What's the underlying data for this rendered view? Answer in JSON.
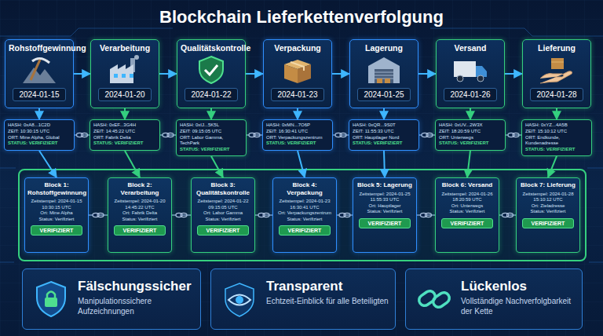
{
  "diagram": {
    "title": "Blockchain Lieferkettenverfolgung",
    "nodes": [
      {
        "text": [
          "Rohstoffgewinnung",
          "2024-01-15"
        ]
      },
      {
        "text": [
          "Verarbeitung",
          "2024-01-20"
        ]
      },
      {
        "text": [
          "Qualitätskontrolle",
          "2024-01-22"
        ]
      },
      {
        "text": [
          "Verpackung",
          "2024-01-23"
        ]
      },
      {
        "text": [
          "Lagerung",
          "2024-01-25"
        ]
      },
      {
        "text": [
          "Versand",
          "2024-01-26"
        ]
      },
      {
        "text": [
          "Lieferung",
          "2024-01-28"
        ]
      },
      {
        "text": [
          "HASH: 0xA8...1C2D",
          "ZEIT: 10:30:15 UTC",
          "ORT: Mine Alpha, Global",
          "STATUS: VERIFIZIERT"
        ]
      },
      {
        "text": [
          "HASH: 0xEF...3G4H",
          "ZEIT: 14:45:22 UTC",
          "ORT: Fabrik Delta",
          "STATUS: VERIFIZIERT"
        ]
      },
      {
        "text": [
          "HASH: 0xIJ...5K5L",
          "ZEIT: 09:15:05 UTC",
          "ORT: Labor Gamma, TechPark",
          "STATUS: VERIFIZIERT"
        ]
      },
      {
        "text": [
          "HASH: 0xMN...7O6P",
          "ZEIT: 16:30:41 UTC",
          "ORT: Verpackungszentrum",
          "STATUS: VERIFIZIERT"
        ]
      },
      {
        "text": [
          "HASH: 0xQR...9S0T",
          "ZEIT: 11:55:33 UTC",
          "ORT: Hauptlager Nord",
          "STATUS: VERIFIZIERT"
        ]
      },
      {
        "text": [
          "HASH: 0xUV...2W3X",
          "ZEIT: 18:20:59 UTC",
          "ORT: Unterwegs",
          "STATUS: VERIFIZIERT"
        ]
      },
      {
        "text": [
          "HASH: 0xYZ...4A5B",
          "ZEIT: 15:10:12 UTC",
          "ORT: Endkunde, Kundenadresse",
          "STATUS: VERIFIZIERT"
        ]
      },
      {
        "text": [
          "Block 1: Rohstoffgewinnung",
          "Zeitstempel: 2024-01-15 10:30:15 UTC",
          "Ort: Mine Alpha",
          "Status: Verifiziert",
          "VERIFIZIERT"
        ]
      },
      {
        "text": [
          "Block 2: Verarbeitung",
          "Zeitstempel: 2024-01-20 14:45:22 UTC",
          "Ort: Fabrik Delta",
          "Status: Verifiziert",
          "VERIFIZIERT"
        ]
      },
      {
        "text": [
          "Block 3: Qualitätskontrolle",
          "Zeitstempel: 2024-01-22 09:15:05 UTC",
          "Ort: Labor Gamma",
          "Status: Verifiziert",
          "VERIFIZIERT"
        ]
      },
      {
        "text": [
          "Block 4: Verpackung",
          "Zeitstempel: 2024-01-23 16:30:41 UTC",
          "Ort: Verpackungszentrum",
          "Status: Verifiziert",
          "VERIFIZIERT"
        ]
      },
      {
        "text": [
          "Block 5: Lagerung",
          "Zeitstempel: 2024-01-25 11:55:33 UTC",
          "Ort: Hauptlager",
          "Status: Verifiziert",
          "VERIFIZIERT"
        ]
      },
      {
        "text": [
          "Block 6: Versand",
          "Zeitstempel: 2024-01-26 18:20:59 UTC",
          "Ort: Unterwegs",
          "Status: Verifiziert",
          "VERIFIZIERT"
        ]
      },
      {
        "text": [
          "Block 7: Lieferung",
          "Zeitstempel: 2024-01-28 15:10:12 UTC",
          "Ort: Zieladresse",
          "Status: Verifiziert",
          "VERIFIZIERT"
        ]
      },
      {
        "text": [
          "Fälschungssicher",
          "Manipulationssichere Aufzeichnungen"
        ]
      },
      {
        "text": [
          "Transparent",
          "Echtzeit-Einblick für alle Beteiligten"
        ]
      },
      {
        "text": [
          "Lückenlos",
          "Vollständige Nachverfolgbarkeit der Kette"
        ]
      }
    ],
    "edges": [
      {
        "from": 0,
        "to": 1,
        "arrow": "to"
      },
      {
        "from": 1,
        "to": 2,
        "arrow": "to"
      },
      {
        "from": 2,
        "to": 3,
        "arrow": "to"
      },
      {
        "from": 3,
        "to": 4,
        "arrow": "to"
      },
      {
        "from": 4,
        "to": 5,
        "arrow": "to"
      },
      {
        "from": 5,
        "to": 6,
        "arrow": "to"
      },
      {
        "from": 0,
        "to": 7,
        "arrow": "to"
      },
      {
        "from": 1,
        "to": 8,
        "arrow": "to"
      },
      {
        "from": 2,
        "to": 9,
        "arrow": "to"
      },
      {
        "from": 3,
        "to": 10,
        "arrow": "to"
      },
      {
        "from": 4,
        "to": 11,
        "arrow": "to"
      },
      {
        "from": 5,
        "to": 12,
        "arrow": "to"
      },
      {
        "from": 6,
        "to": 13,
        "arrow": "to"
      },
      {
        "from": 7,
        "to": 8,
        "arrow": "none"
      },
      {
        "from": 8,
        "to": 9,
        "arrow": "none"
      },
      {
        "from": 9,
        "to": 10,
        "arrow": "none"
      },
      {
        "from": 10,
        "to": 11,
        "arrow": "none"
      },
      {
        "from": 11,
        "to": 12,
        "arrow": "none"
      },
      {
        "from": 12,
        "to": 13,
        "arrow": "none"
      },
      {
        "from": 7,
        "to": 14,
        "arrow": "to"
      },
      {
        "from": 8,
        "to": 15,
        "arrow": "to"
      },
      {
        "from": 9,
        "to": 16,
        "arrow": "to"
      },
      {
        "from": 10,
        "to": 17,
        "arrow": "to"
      },
      {
        "from": 11,
        "to": 18,
        "arrow": "to"
      },
      {
        "from": 12,
        "to": 19,
        "arrow": "to"
      },
      {
        "from": 13,
        "to": 20,
        "arrow": "to"
      },
      {
        "from": 14,
        "to": 15,
        "arrow": "none"
      },
      {
        "from": 15,
        "to": 16,
        "arrow": "none"
      },
      {
        "from": 16,
        "to": 17,
        "arrow": "none"
      },
      {
        "from": 17,
        "to": 18,
        "arrow": "none"
      },
      {
        "from": 18,
        "to": 19,
        "arrow": "none"
      },
      {
        "from": 19,
        "to": 20,
        "arrow": "none"
      }
    ]
  }
}
